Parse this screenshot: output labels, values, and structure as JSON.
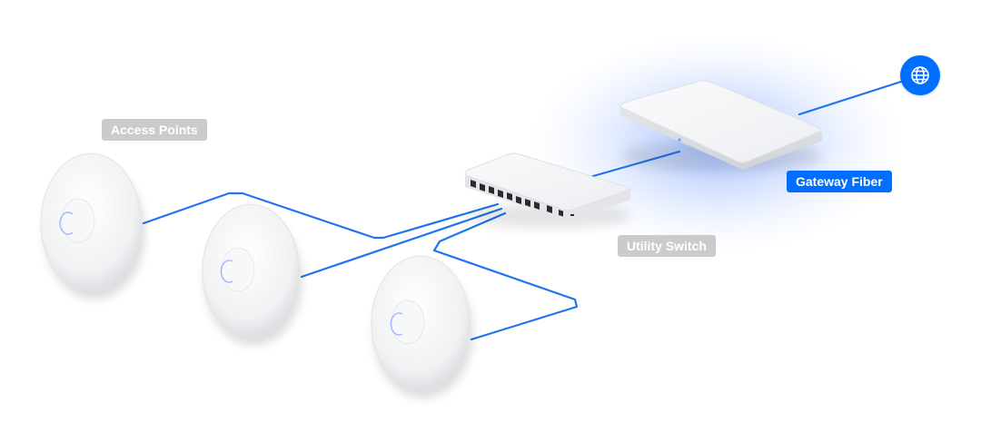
{
  "labels": {
    "access_points": "Access Points",
    "utility_switch": "Utility Switch",
    "gateway": "Gateway Fiber"
  },
  "icons": {
    "internet": "globe-icon"
  },
  "colors": {
    "cable": "#1e74f0",
    "accent": "#006fff",
    "label_muted": "#cbcbcb",
    "glow": "#6f9dff"
  }
}
